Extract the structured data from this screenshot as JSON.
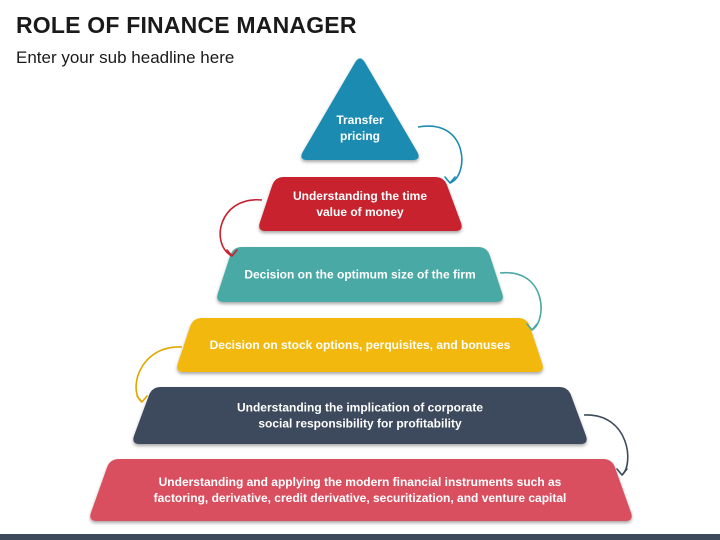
{
  "header": {
    "title": "ROLE OF FINANCE MANAGER",
    "subtitle": "Enter your sub headline here"
  },
  "pyramid": {
    "levels": [
      {
        "lines": [
          "Transfer",
          "pricing"
        ],
        "color": "#1f8bb1",
        "arrow_color": "#1f8bb1"
      },
      {
        "lines": [
          "Understanding the time",
          "value of money"
        ],
        "color": "#c8202f",
        "arrow_color": "#c8202f"
      },
      {
        "lines": [
          "Decision on the optimum size of the firm"
        ],
        "color": "#4aa9a4",
        "arrow_color": "#4aa9a4"
      },
      {
        "lines": [
          "Decision on stock options, perquisites, and bonuses"
        ],
        "color": "#f2b807",
        "arrow_color": "#e0a800"
      },
      {
        "lines": [
          "Understanding the implication of corporate",
          "social responsibility for profitability"
        ],
        "color": "#3d4a5c",
        "arrow_color": "#3d4a5c"
      },
      {
        "lines": [
          "Understanding and applying the modern financial instruments such as",
          "factoring, derivative, credit derivative, securitization, and venture capital"
        ],
        "color": "#d9505e",
        "arrow_color": "#d9505e"
      }
    ]
  }
}
